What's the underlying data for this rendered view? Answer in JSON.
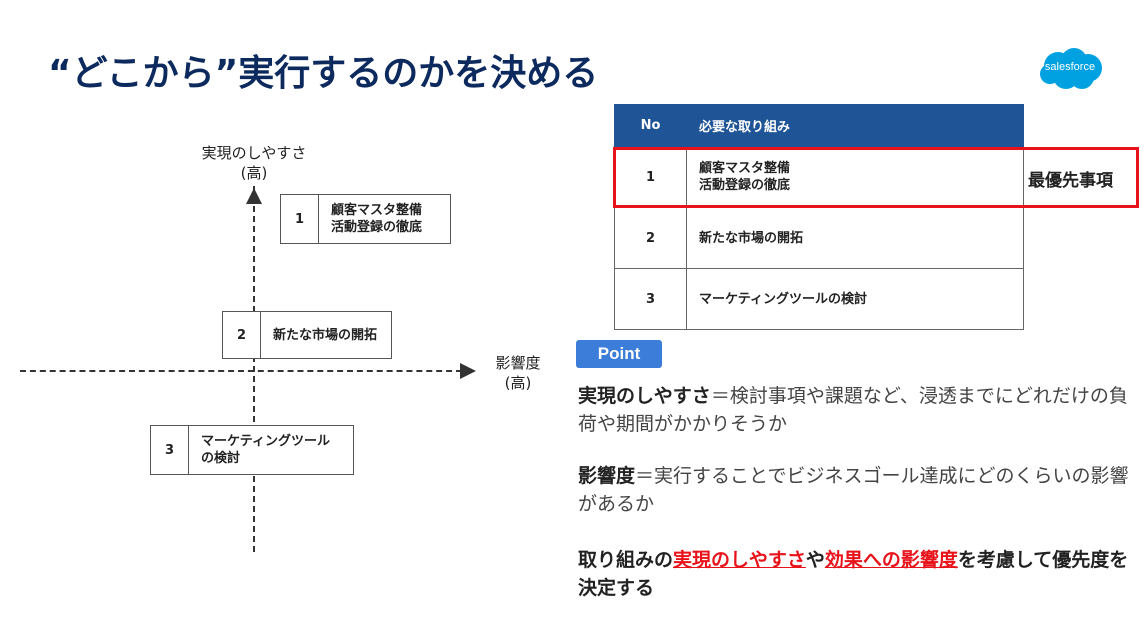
{
  "title": "“どこから”実行するのかを決める",
  "logo": {
    "text": "salesforce",
    "color": "#00a1e0"
  },
  "matrix": {
    "y_label_line1": "実現のしやすさ",
    "y_label_line2": "(高)",
    "x_label_line1": "影響度",
    "x_label_line2": "(高)",
    "boxes": [
      {
        "no": "1",
        "line1": "顧客マスタ整備",
        "line2": "活動登録の徹底"
      },
      {
        "no": "2",
        "line1": "新たな市場の開拓",
        "line2": ""
      },
      {
        "no": "3",
        "line1": "マーケティングツール",
        "line2": "の検討"
      }
    ]
  },
  "table": {
    "header_no": "No",
    "header_item": "必要な取り組み",
    "header_color": "#1f5496",
    "rows": [
      {
        "no": "1",
        "line1": "顧客マスタ整備",
        "line2": "活動登録の徹底"
      },
      {
        "no": "2",
        "line1": "新たな市場の開拓",
        "line2": ""
      },
      {
        "no": "3",
        "line1": "マーケティングツールの検討",
        "line2": ""
      }
    ],
    "priority_label": "最優先事項",
    "highlight_color": "#e8121b"
  },
  "point": {
    "badge": "Point",
    "p1_term": "実現のしやすさ",
    "p1_rest": "＝検討事項や課題など、浸透までにどれだけの負荷や期間がかかりそうか",
    "p2_term": "影響度",
    "p2_rest": "＝実行することでビジネスゴール達成にどのくらいの影響があるか",
    "p3_a": "取り組みの",
    "p3_red1": "実現のしやすさ",
    "p3_b": "や",
    "p3_red2": "効果への影響度",
    "p3_c": "を考慮して優先度を決定する"
  }
}
